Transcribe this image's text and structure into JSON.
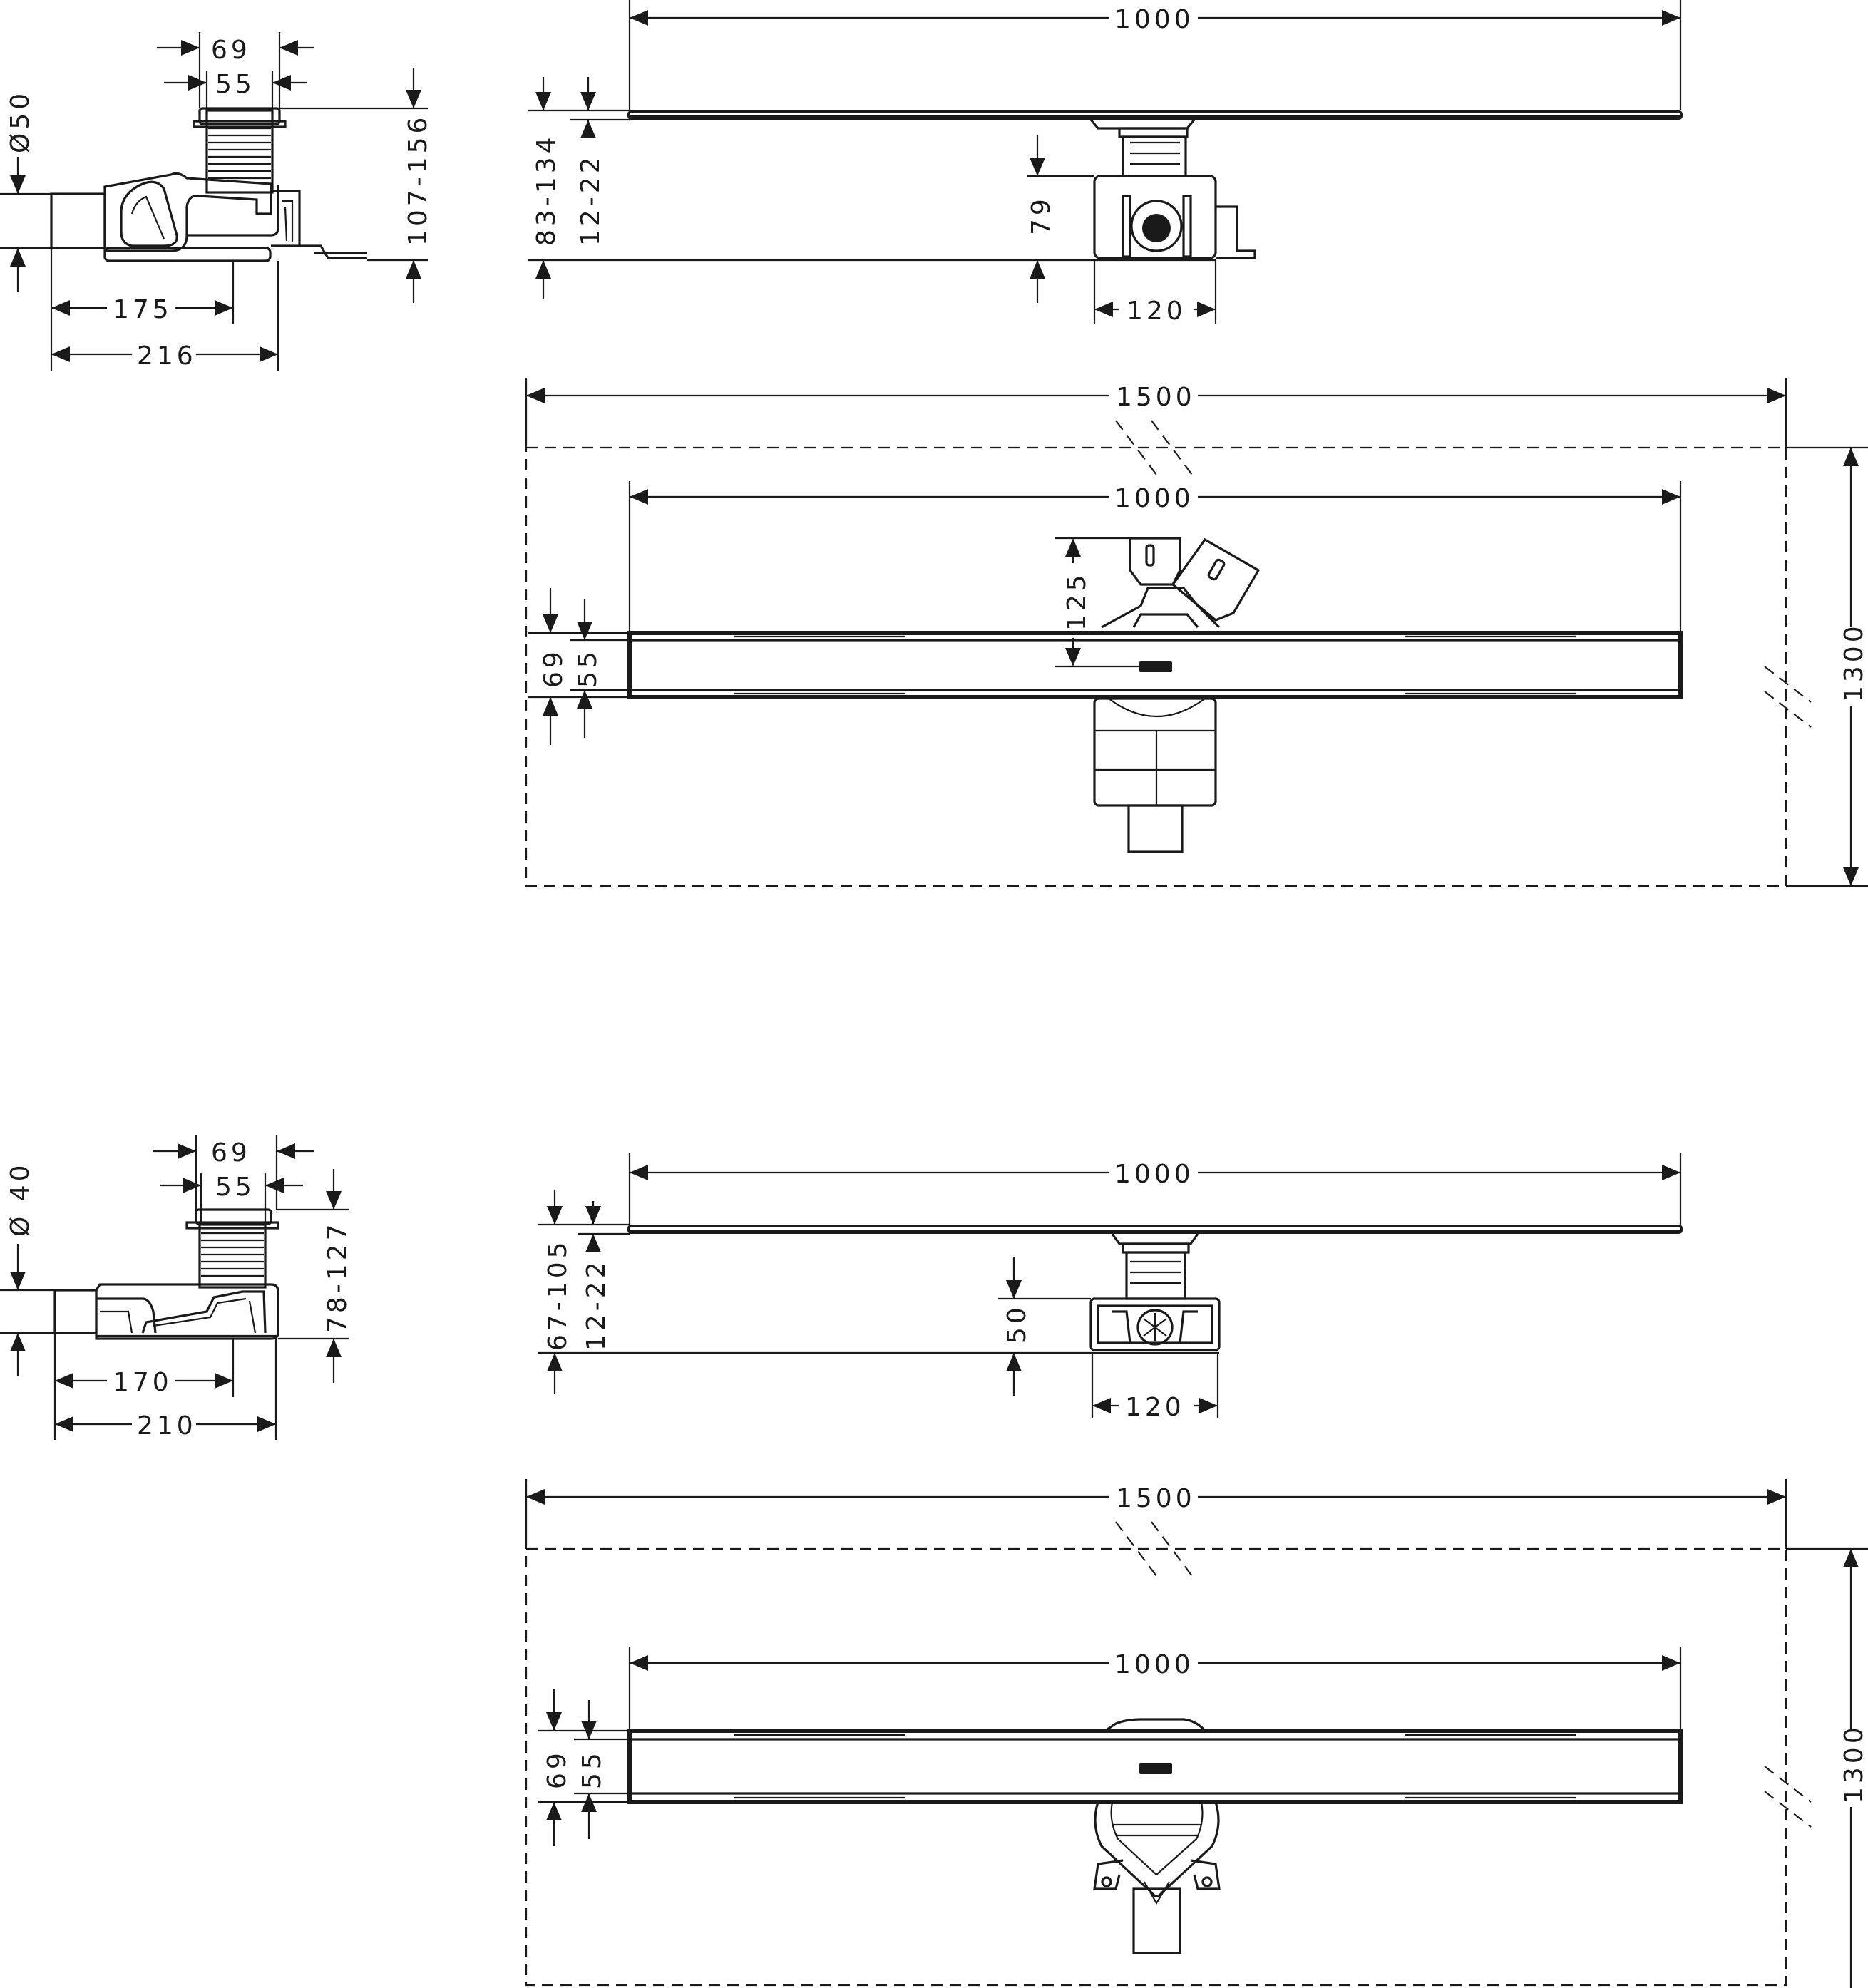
{
  "colors": {
    "ink": "#1a1a1a",
    "paper": "#ffffff"
  },
  "variant_a": {
    "side_view": {
      "dia": "Ø50",
      "top_outer": "69",
      "top_inner": "55",
      "height": "107-156",
      "inner_len": "175",
      "total_len": "216"
    },
    "front_view": {
      "length": "1000",
      "height_total": "83-134",
      "height_adjust": "12-22",
      "body_height": "79",
      "body_width": "120"
    },
    "plan_view": {
      "overall_length": "1500",
      "channel_length": "1000",
      "overall_depth": "1300",
      "outer_width": "69",
      "inner_width": "55",
      "outlet_offset": "125"
    }
  },
  "variant_b": {
    "side_view": {
      "dia": "Ø 40",
      "top_outer": "69",
      "top_inner": "55",
      "height": "78-127",
      "inner_len": "170",
      "total_len": "210"
    },
    "front_view": {
      "length": "1000",
      "height_total": "67-105",
      "height_adjust": "12-22",
      "body_height": "50",
      "body_width": "120"
    },
    "plan_view": {
      "overall_length": "1500",
      "channel_length": "1000",
      "overall_depth": "1300",
      "outer_width": "69",
      "inner_width": "55"
    }
  }
}
